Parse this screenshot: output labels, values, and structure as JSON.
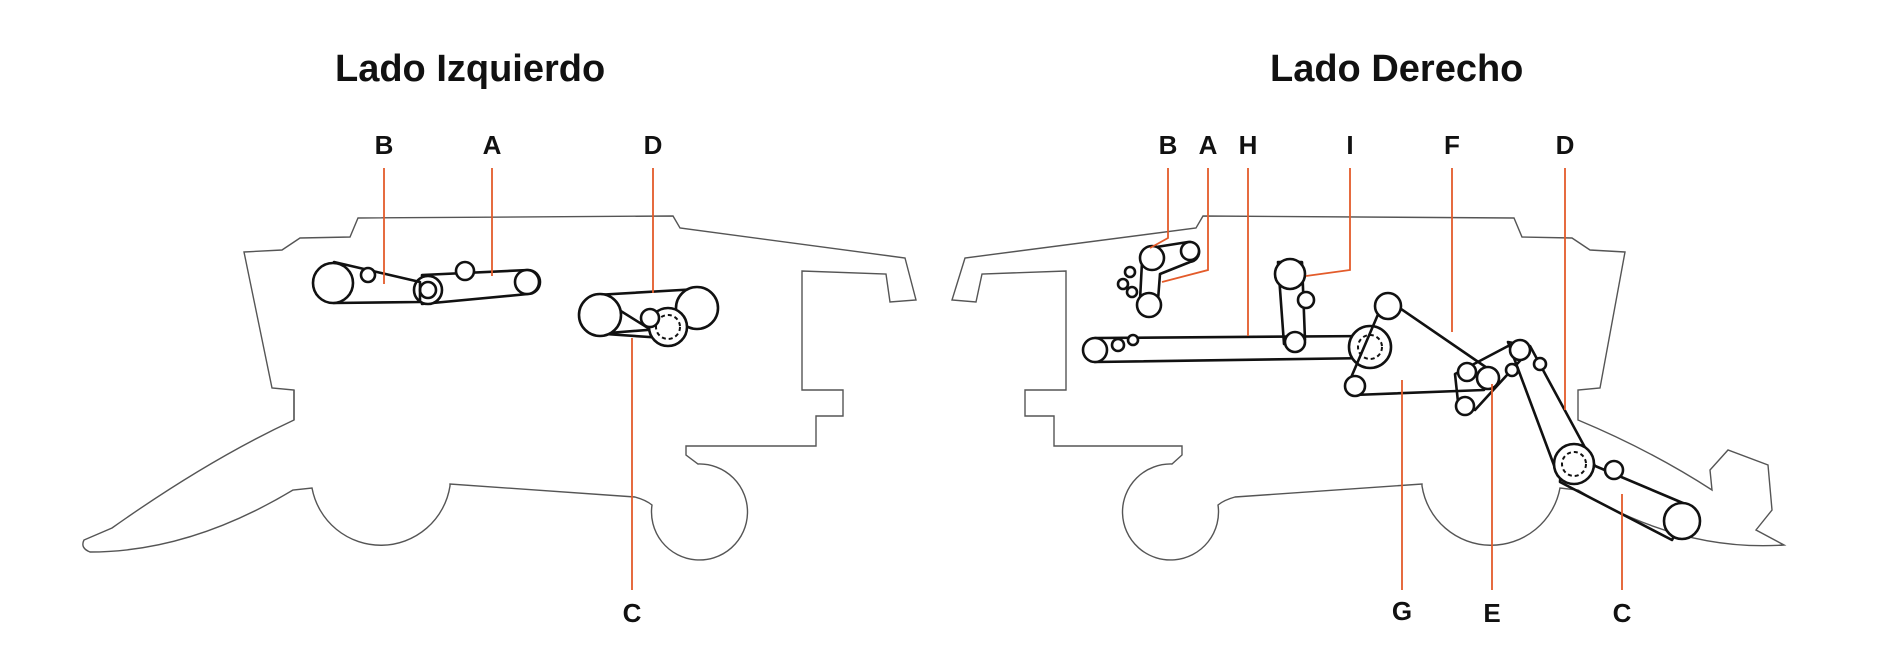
{
  "titles": {
    "left": "Lado Izquierdo",
    "right": "Lado Derecho"
  },
  "labels": {
    "left": {
      "B": "B",
      "A": "A",
      "D": "D",
      "C": "C"
    },
    "right": {
      "B": "B",
      "A": "A",
      "H": "H",
      "I": "I",
      "F": "F",
      "D": "D",
      "G": "G",
      "E": "E",
      "C": "C"
    }
  },
  "colors": {
    "leader": "#e35b2a",
    "belt": "#111111",
    "outline": "#555555"
  }
}
